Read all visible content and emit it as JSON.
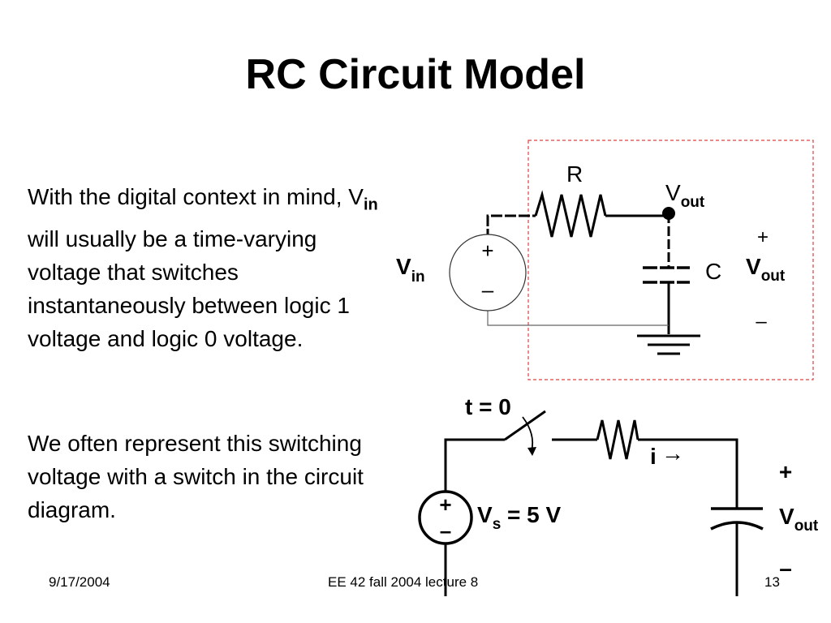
{
  "slide": {
    "title": "RC Circuit Model",
    "paragraph1": {
      "before": "With the digital context in mind, V",
      "sub": "in",
      "after": " will usually be a time-varying voltage that switches instantaneously between logic 1 voltage and logic 0 voltage."
    },
    "paragraph2": "We often represent this switching voltage with a switch in the circuit diagram."
  },
  "diagram1": {
    "resistor_label": "R",
    "capacitor_label": "C",
    "vout_node": {
      "main": "V",
      "sub": "out"
    },
    "source_label": {
      "main": "V",
      "sub": "in"
    },
    "source_plus": "+",
    "source_minus": "–",
    "vout_side": {
      "plus": "+",
      "main": "V",
      "sub": "out",
      "minus": "–"
    },
    "highlight_box_color": "#e04040"
  },
  "diagram2": {
    "switch_label": "t = 0",
    "current_label": "i",
    "current_arrow": "→",
    "source_plus": "+",
    "source_minus": "–",
    "source_label": {
      "main": "V",
      "sub": "s",
      "rest": " = 5 V"
    },
    "vout": {
      "plus": "+",
      "main": "V",
      "sub": "out",
      "minus": "–"
    }
  },
  "footer": {
    "date": "9/17/2004",
    "course": "EE 42 fall 2004 lecture 8",
    "page": "13"
  }
}
